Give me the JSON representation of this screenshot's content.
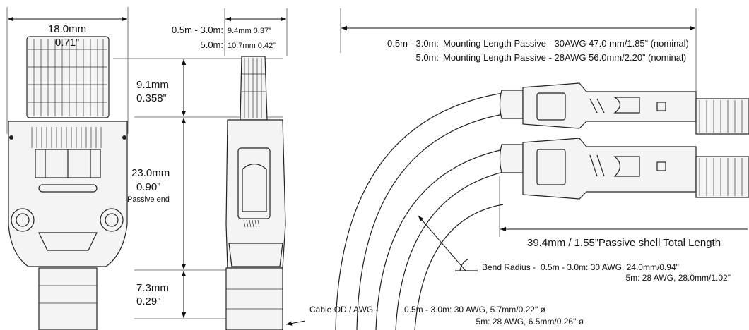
{
  "front_view": {
    "width_mm": "18.0mm",
    "width_in": "0.71”",
    "h1_mm": "9.1mm",
    "h1_in": "0.358”",
    "h2_mm": "23.0mm",
    "h2_in": "0.90”",
    "h2_note": "Passive end",
    "h3_mm": "7.3mm",
    "h3_in": "0.29”"
  },
  "side_view": {
    "row1_label": "0.5m - 3.0m:",
    "row1_value": "9.4mm 0.37”",
    "row2_label": "5.0m:",
    "row2_value": "10.7mm 0.42”"
  },
  "mounting_length": {
    "row1_label": "0.5m - 3.0m:",
    "row1_value": "Mounting Length Passive - 30AWG 47.0 mm/1.85” (nominal)",
    "row2_label": "5.0m:",
    "row2_value": "Mounting Length Passive - 28AWG 56.0mm/2.20” (nominal)"
  },
  "shell_length": "39.4mm / 1.55”Passive shell Total Length",
  "bend_radius": {
    "label": "Bend Radius -",
    "row1": "0.5m - 3.0m: 30 AWG, 24.0mm/0.94\"",
    "row2": "5m: 28 AWG, 28.0mm/1.02\""
  },
  "cable_od": {
    "label": "Cable OD / AWG -",
    "row1": "0.5m - 3.0m: 30 AWG, 5.7mm/0.22\" ø",
    "row2": "5m: 28 AWG, 6.5mm/0.26\" ø"
  }
}
